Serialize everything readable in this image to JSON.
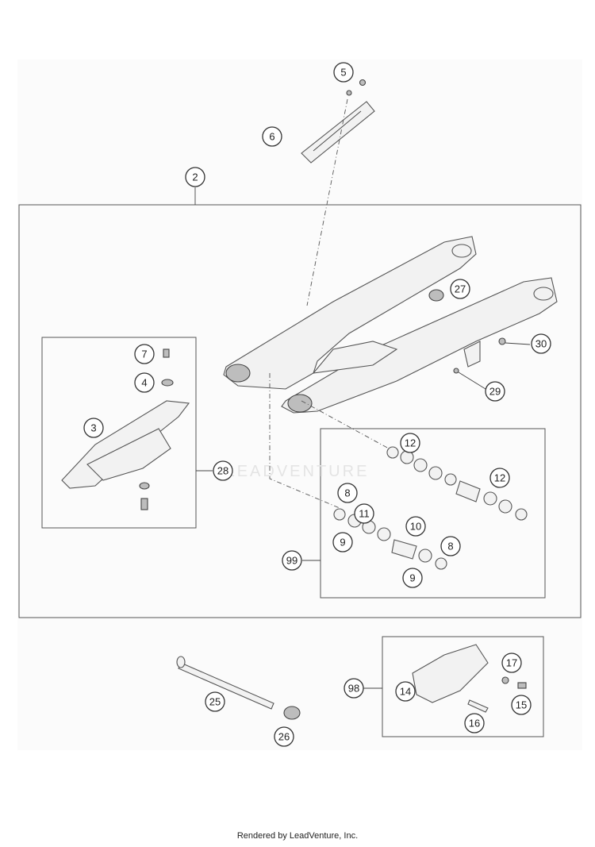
{
  "diagram": {
    "watermark": "LEADVENTURE",
    "callouts": [
      "5",
      "6",
      "2",
      "27",
      "7",
      "4",
      "3",
      "28",
      "30",
      "29",
      "12",
      "12",
      "8",
      "11",
      "10",
      "9",
      "8",
      "99",
      "9",
      "25",
      "26",
      "98",
      "17",
      "14",
      "15",
      "16"
    ]
  },
  "footer": {
    "text": "Rendered by LeadVenture, Inc."
  }
}
